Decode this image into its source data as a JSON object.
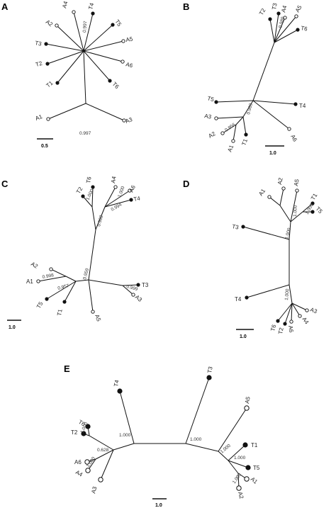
{
  "panels": [
    {
      "id": "A",
      "scale_label": "0.5",
      "leaves": [
        {
          "name": "A4",
          "state": "open"
        },
        {
          "name": "T4",
          "state": "filled"
        },
        {
          "name": "T5",
          "state": "filled"
        },
        {
          "name": "A2",
          "state": "open"
        },
        {
          "name": "A5",
          "state": "open"
        },
        {
          "name": "T3",
          "state": "filled"
        },
        {
          "name": "A6",
          "state": "open"
        },
        {
          "name": "T2",
          "state": "filled"
        },
        {
          "name": "T1",
          "state": "filled"
        },
        {
          "name": "T6",
          "state": "filled"
        },
        {
          "name": "A1",
          "state": "open"
        },
        {
          "name": "A3",
          "state": "open"
        }
      ],
      "support": [
        "0.997",
        "0.997"
      ]
    },
    {
      "id": "B",
      "scale_label": "1.0",
      "leaves": [
        {
          "name": "T2",
          "state": "filled"
        },
        {
          "name": "T3",
          "state": "filled"
        },
        {
          "name": "A4",
          "state": "open"
        },
        {
          "name": "A5",
          "state": "open"
        },
        {
          "name": "T6",
          "state": "filled"
        },
        {
          "name": "T5",
          "state": "filled"
        },
        {
          "name": "T4",
          "state": "filled"
        },
        {
          "name": "A3",
          "state": "open"
        },
        {
          "name": "A2",
          "state": "open"
        },
        {
          "name": "A1",
          "state": "open"
        },
        {
          "name": "T1",
          "state": "filled"
        },
        {
          "name": "A6",
          "state": "open"
        }
      ],
      "support": [
        "0.980",
        "0.969",
        "0.956"
      ]
    },
    {
      "id": "C",
      "scale_label": "1.0",
      "leaves": [
        {
          "name": "T2",
          "state": "filled"
        },
        {
          "name": "T6",
          "state": "filled"
        },
        {
          "name": "A4",
          "state": "open"
        },
        {
          "name": "A6",
          "state": "open"
        },
        {
          "name": "T4",
          "state": "filled"
        },
        {
          "name": "A2",
          "state": "open"
        },
        {
          "name": "A1",
          "state": "open"
        },
        {
          "name": "T5",
          "state": "filled"
        },
        {
          "name": "T1",
          "state": "filled"
        },
        {
          "name": "A5",
          "state": "open"
        },
        {
          "name": "T3",
          "state": "filled"
        },
        {
          "name": "A3",
          "state": "open"
        }
      ],
      "support": [
        "1.000",
        "1.000",
        "0.982",
        "0.994",
        "0.998",
        "0.957",
        "0.959",
        "0.999"
      ]
    },
    {
      "id": "D",
      "scale_label": "1.0",
      "leaves": [
        {
          "name": "A1",
          "state": "open"
        },
        {
          "name": "A2",
          "state": "open"
        },
        {
          "name": "A5",
          "state": "open"
        },
        {
          "name": "T1",
          "state": "filled"
        },
        {
          "name": "T5",
          "state": "filled"
        },
        {
          "name": "T3",
          "state": "filled"
        },
        {
          "name": "T4",
          "state": "filled"
        },
        {
          "name": "T6",
          "state": "filled"
        },
        {
          "name": "T2",
          "state": "filled"
        },
        {
          "name": "A6",
          "state": "open"
        },
        {
          "name": "A4",
          "state": "open"
        },
        {
          "name": "A3",
          "state": "open"
        }
      ],
      "support": [
        "1.000",
        "1.000",
        "1.000",
        "1.000"
      ]
    },
    {
      "id": "E",
      "scale_label": "1.0",
      "leaves": [
        {
          "name": "T4",
          "state": "filled"
        },
        {
          "name": "T3",
          "state": "filled"
        },
        {
          "name": "A5",
          "state": "open"
        },
        {
          "name": "T6",
          "state": "filled"
        },
        {
          "name": "T2",
          "state": "filled"
        },
        {
          "name": "A6",
          "state": "open"
        },
        {
          "name": "A4",
          "state": "open"
        },
        {
          "name": "A3",
          "state": "open"
        },
        {
          "name": "T1",
          "state": "filled"
        },
        {
          "name": "T5",
          "state": "filled"
        },
        {
          "name": "A1",
          "state": "open"
        },
        {
          "name": "A2",
          "state": "open"
        }
      ],
      "support": [
        "1.000",
        "1.000",
        "1.000",
        "0.628",
        "1.000",
        "1.000",
        "1.000",
        "1.000"
      ]
    }
  ]
}
